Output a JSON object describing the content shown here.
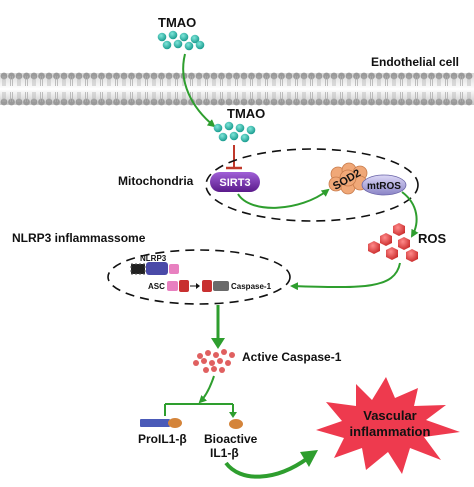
{
  "labels": {
    "tmao_top": "TMAO",
    "endothelial": "Endothelial cell",
    "tmao_inner": "TMAO",
    "mitochondria": "Mitochondria",
    "sirt3": "SIRT3",
    "sod2": "SOD2",
    "mtros": "mtROS",
    "ros": "ROS",
    "nlrp3_inflammasome": "NLRP3 inflammassome",
    "nlrp3": "NLRP3",
    "asc": "ASC",
    "caspase1": "Caspase-1",
    "active_caspase1": "Active Caspase-1",
    "proil1b": "ProIL1-β",
    "bioactive": "Bioactive",
    "il1b": "IL1-β",
    "vascular": "Vascular",
    "inflammation": "inflammation"
  },
  "colors": {
    "arrow_green": "#2e9e2e",
    "inhibit_red": "#c0392b",
    "tmao_teal": "#2bb5a8",
    "sirt3_purple": "#7b2fb0",
    "sod2_orange": "#f0a878",
    "mtros_lavender": "#b8b4e0",
    "ros_red": "#e84848",
    "starburst_red": "#ee3a4e",
    "membrane": "#9a9a9a"
  }
}
